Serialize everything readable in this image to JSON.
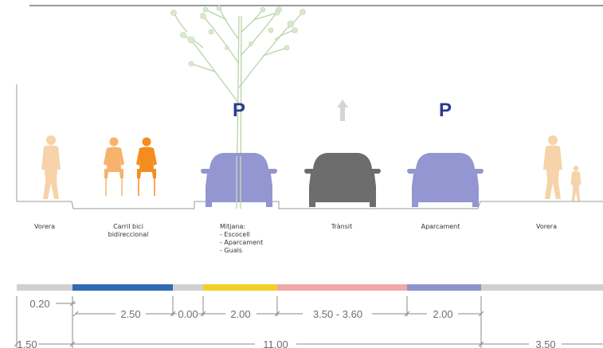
{
  "zones": [
    {
      "id": "vorera-left",
      "label": "Vorera"
    },
    {
      "id": "carril-bici",
      "label_line1": "Carril bici",
      "label_line2": "bidireccional"
    },
    {
      "id": "mitjana",
      "label": "Mitjana:",
      "items": [
        "- Escocell",
        "- Aparcament",
        "- Guals"
      ]
    },
    {
      "id": "transit",
      "label": "Trànsit"
    },
    {
      "id": "aparcament",
      "label": "Aparcament"
    },
    {
      "id": "vorera-right",
      "label": "Vorera"
    }
  ],
  "parking_signs": [
    "P",
    "P"
  ],
  "icons": [
    "pedestrian-icon",
    "cyclist-icon",
    "car-icon",
    "tree-icon",
    "up-arrow-icon",
    "parking-sign-icon"
  ],
  "colors": {
    "sidewalk": "#d0d0d0",
    "bike_lane": "#2f6bb3",
    "median": "#f2d028",
    "traffic": "#f0a8a8",
    "parking": "#8f93cc",
    "pedestrian": "#f6d3a8",
    "cyclist": "#f58c1f",
    "parked_car": "#9396d0",
    "moving_car": "#6d6d6d",
    "sign": "#2b3990"
  },
  "dimensions": {
    "top_row": [
      "0.20",
      "2.50",
      "0.00",
      "2.00",
      "3.50 - 3.60",
      "2.00"
    ],
    "bottom_row": [
      "1.50",
      "11.00",
      "3.50"
    ]
  }
}
